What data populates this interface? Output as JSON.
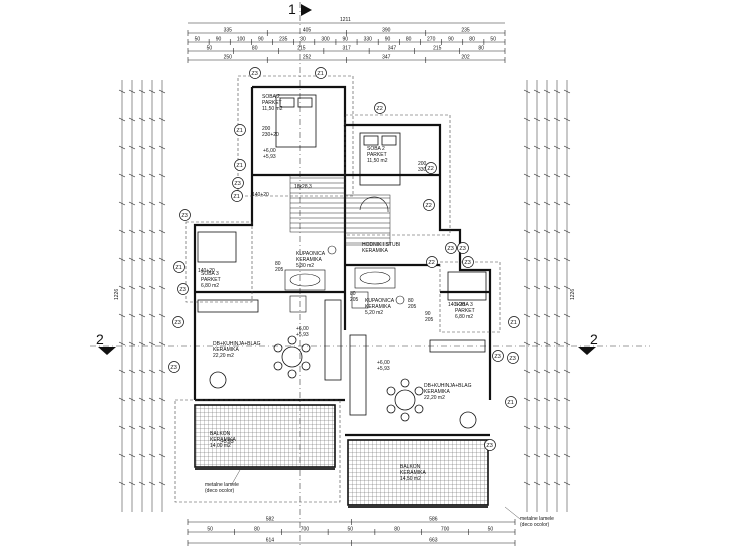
{
  "sections": {
    "top": "1",
    "left": "2",
    "right": "2"
  },
  "dims": {
    "top_total": "1211",
    "top_row1": [
      "335",
      "405",
      "390",
      "235"
    ],
    "top_row2": [
      "50",
      "90",
      "100",
      "90",
      "235",
      "30",
      "300",
      "90",
      "330",
      "90",
      "80",
      "270",
      "90",
      "80",
      "50"
    ],
    "top_row3": [
      "50",
      "80",
      "215",
      "317",
      "347",
      "215",
      "80"
    ],
    "top_row4": [
      "250",
      "252",
      "347",
      "202"
    ],
    "bottom_row1": [
      "582",
      "586"
    ],
    "bottom_row2": [
      "50",
      "80",
      "700",
      "50",
      "80",
      "700",
      "50"
    ],
    "bottom_row3": [
      "614",
      "663"
    ],
    "left_total": "1226",
    "right_total": "1226"
  },
  "rooms": [
    {
      "name": "SOBA 2",
      "floor": "PARKET",
      "area": "11,50 m2"
    },
    {
      "name": "SOBA 2",
      "floor": "PARKET",
      "area": "11,50 m2"
    },
    {
      "name": "SOBA 3",
      "floor": "PARKET",
      "area": "6,80 m2"
    },
    {
      "name": "SOBA 3",
      "floor": "PARKET",
      "area": "6,80 m2"
    },
    {
      "name": "KUPAONICA",
      "floor": "KERAMIKA",
      "area": "5,30 m2"
    },
    {
      "name": "KUPAONICA",
      "floor": "KERAMIKA",
      "area": "5,20 m2"
    },
    {
      "name": "DB+KUHINJA+BLAG",
      "floor": "KERAMIKA",
      "area": "22,20 m2"
    },
    {
      "name": "DB+KUHINJA+BLAG",
      "floor": "KERAMIKA",
      "area": "22,20 m2"
    },
    {
      "name": "BALKON",
      "floor": "KERAMIKA",
      "area": "14,00 m2"
    },
    {
      "name": "BALKON",
      "floor": "KERAMIKA",
      "area": "14,50 m2"
    },
    {
      "name": "HODNIK I STUBI",
      "floor": "KERAMIKA",
      "area": ""
    }
  ],
  "levels": [
    "+6,00",
    "+5,93",
    "+6,00",
    "+5,93",
    "+6,00",
    "+5,93",
    "+5,93"
  ],
  "beds": [
    "200\n230+20",
    "200\n330+20",
    "140+20",
    "140+20",
    "140+20"
  ],
  "windows": [
    "80\n205",
    "80\n205",
    "80\n205",
    "90\n205"
  ],
  "stair": "18x28,3",
  "tags": [
    "Z1",
    "Z2",
    "Z3"
  ],
  "notes": {
    "left": "metalne lamele\n(deco ocolor)",
    "right": "metalne lamele\n(deco ocolor)"
  }
}
